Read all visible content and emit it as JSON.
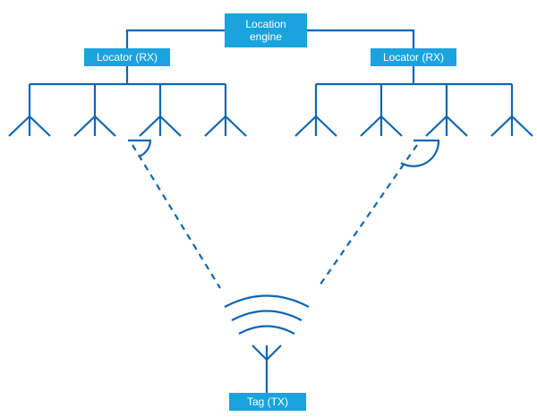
{
  "labels": {
    "location_engine": "Location\nengine",
    "locator_left": "Locator (RX)",
    "locator_right": "Locator (RX)",
    "tag": "Tag (TX)"
  },
  "colors": {
    "line": "#1066b0",
    "box_fill": "#1aa3dd",
    "box_text": "#ffffff"
  },
  "elements": {
    "antennas_per_locator": 4,
    "locators": 2,
    "signal_arcs": 3,
    "angle_of_arrival_lines": "dashed"
  }
}
